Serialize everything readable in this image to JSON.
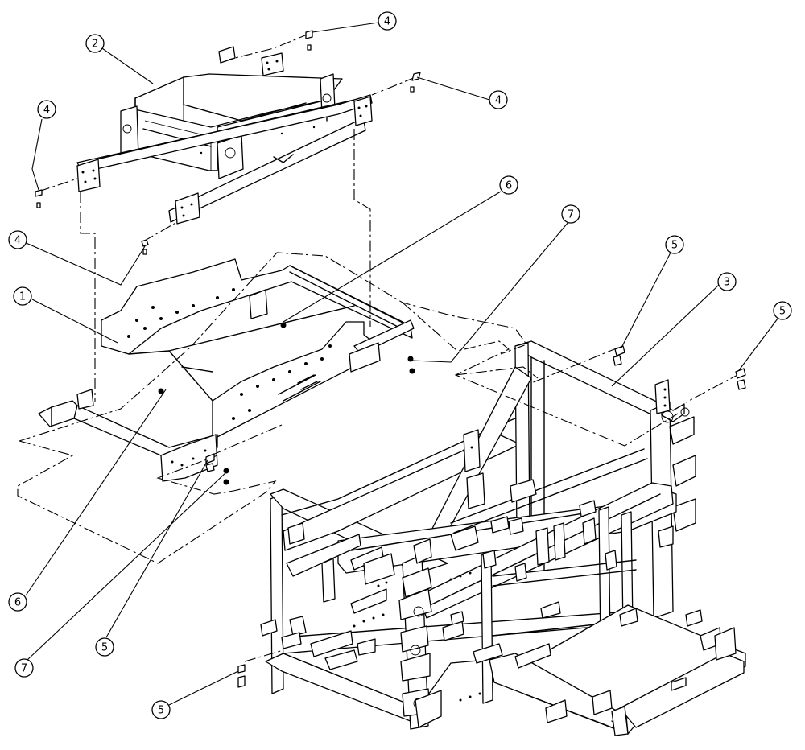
{
  "callouts": [
    {
      "id": "c1",
      "label": "1"
    },
    {
      "id": "c2",
      "label": "2"
    },
    {
      "id": "c3",
      "label": "3"
    },
    {
      "id": "c4a",
      "label": "4"
    },
    {
      "id": "c4b",
      "label": "4"
    },
    {
      "id": "c4c",
      "label": "4"
    },
    {
      "id": "c4d",
      "label": "4"
    },
    {
      "id": "c5a",
      "label": "5"
    },
    {
      "id": "c5b",
      "label": "5"
    },
    {
      "id": "c5c",
      "label": "5"
    },
    {
      "id": "c5d",
      "label": "5"
    },
    {
      "id": "c6a",
      "label": "6"
    },
    {
      "id": "c6b",
      "label": "6"
    },
    {
      "id": "c7a",
      "label": "7"
    },
    {
      "id": "c7b",
      "label": "7"
    }
  ]
}
